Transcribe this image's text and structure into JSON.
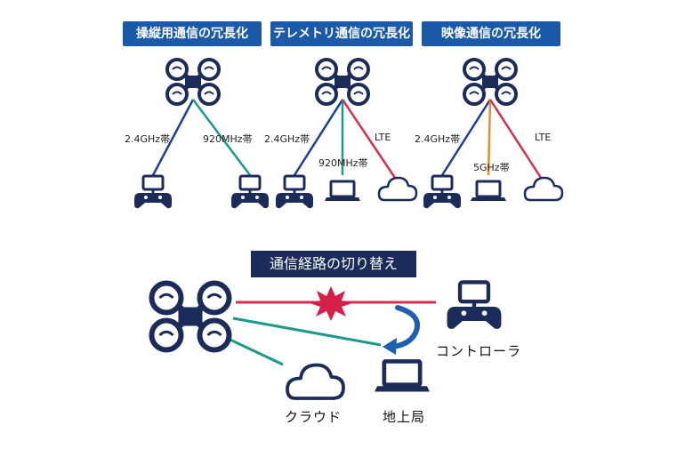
{
  "colors": {
    "navy": "#1b2c5a",
    "header_blue": "#1a5aa8",
    "line_blue": "#1f3f96",
    "line_green": "#1a9a88",
    "line_red": "#d6304f",
    "line_orange": "#e3902a",
    "burst": "#d6204a",
    "arrow_blue": "#1f5fb0"
  },
  "top": {
    "headers": [
      "操縦用通信の冗長化",
      "テレメトリ通信の冗長化",
      "映像通信の冗長化"
    ],
    "labels": {
      "g1_left": "2.4GHz帯",
      "g1_right": "920MHz帯",
      "g2_left": "2.4GHz帯",
      "g2_mid": "920MHz帯",
      "g2_right": "LTE",
      "g3_left": "2.4GHz帯",
      "g3_mid": "5GHz帯",
      "g3_right": "LTE"
    }
  },
  "bottom": {
    "header": "通信経路の切り替え",
    "controller_label": "コントローラ",
    "station_label": "地上局",
    "cloud_label": "クラウド"
  }
}
